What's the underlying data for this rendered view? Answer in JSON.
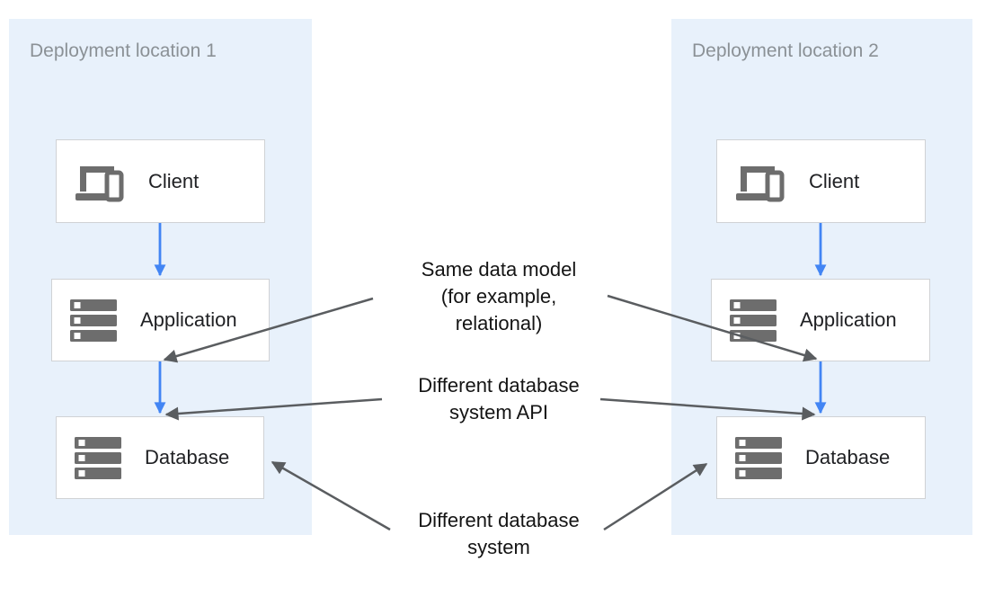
{
  "colors": {
    "panel_bg": "#e8f1fb",
    "panel_title": "#8b9196",
    "box_bg": "#ffffff",
    "box_border": "#d0d2d5",
    "box_label": "#202124",
    "icon_gray": "#6d6d6d",
    "flow_arrow": "#4285f4",
    "callout_arrow": "#5a5d60",
    "annotation_text": "#141414"
  },
  "panels": [
    {
      "title": "Deployment location 1",
      "boxes": [
        {
          "label": "Client",
          "icon": "devices-icon"
        },
        {
          "label": "Application",
          "icon": "server-stack-icon"
        },
        {
          "label": "Database",
          "icon": "server-stack-icon"
        }
      ]
    },
    {
      "title": "Deployment location 2",
      "boxes": [
        {
          "label": "Client",
          "icon": "devices-icon"
        },
        {
          "label": "Application",
          "icon": "server-stack-icon"
        },
        {
          "label": "Database",
          "icon": "server-stack-icon"
        }
      ]
    }
  ],
  "annotations": [
    {
      "id": "same-data-model",
      "text": "Same data model\n(for example,\nrelational)"
    },
    {
      "id": "different-database-system-api",
      "text": "Different database\nsystem API"
    },
    {
      "id": "different-database-system",
      "text": "Different database\nsystem"
    }
  ]
}
